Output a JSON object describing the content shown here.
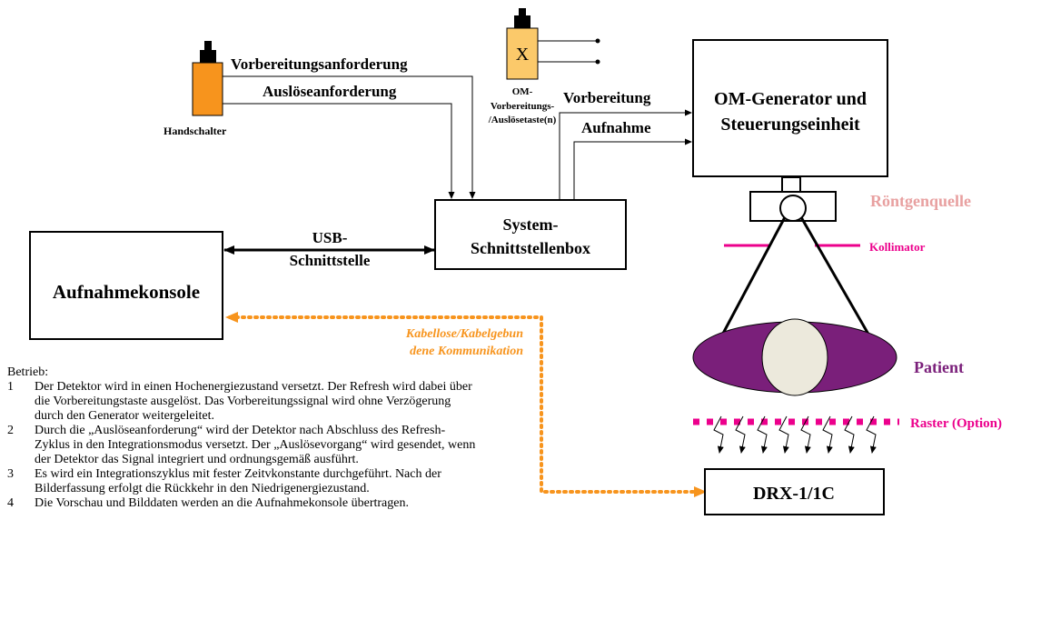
{
  "diagram": {
    "handschalter": {
      "label": "Handschalter",
      "signal_prep": "Vorbereitungsanforderung",
      "signal_exp": "Auslöseanforderung"
    },
    "om_taste": {
      "line1": "OM-",
      "line2": "Vorbereitungs-",
      "line3": "/Auslösetaste(n)"
    },
    "generator": {
      "line1": "OM-Generator und",
      "line2": "Steuerungseinheit",
      "signal_prep": "Vorbereitung",
      "signal_exp": "Aufnahme"
    },
    "interface_box": {
      "line1": "System-",
      "line2": "Schnittstellenbox"
    },
    "usb": {
      "line1": "USB-",
      "line2": "Schnittstelle"
    },
    "console": {
      "label": "Aufnahmekonsole"
    },
    "wireless": {
      "line1": "Kabellose/Kabelgebun",
      "line2": "dene Kommunikation"
    },
    "source": {
      "label": "Röntgenquelle"
    },
    "collimator": {
      "label": "Kollimator"
    },
    "patient": {
      "label": "Patient"
    },
    "grid": {
      "label": "Raster (Option)"
    },
    "detector": {
      "label": "DRX-1/1C"
    }
  },
  "colors": {
    "handswitch_body": "#f7941d",
    "om_button_body": "#fbc96a",
    "source_label": "#e8a0a0",
    "collimator": "#ec008c",
    "patient": "#7a1f7a",
    "patient_inner": "#ece9dc",
    "wireless": "#f7941d",
    "grid": "#ec008c"
  },
  "operation": {
    "heading": "Betrieb:",
    "steps": [
      {
        "num": "1",
        "text": "Der Detektor wird in einen Hochenergiezustand versetzt. Der Refresh wird dabei über die Vorbereitungstaste ausgelöst. Das Vorbereitungssignal wird ohne Verzögerung durch den Generator weitergeleitet."
      },
      {
        "num": "2",
        "text": "Durch die „Auslöseanforderung“ wird der Detektor nach Abschluss des Refresh-Zyklus in den Integrationsmodus versetzt. Der „Auslösevorgang“ wird gesendet, wenn der Detektor das Signal integriert und ordnungsgemäß ausführt."
      },
      {
        "num": "3",
        "text": "Es wird ein Integrationszyklus mit fester Zeitvkonstante durchgeführt. Nach der Bilderfassung erfolgt die Rückkehr in den Niedrigenergiezustand."
      },
      {
        "num": "4",
        "text": "Die Vorschau und Bilddaten werden an die Aufnahmekonsole übertragen."
      }
    ]
  }
}
